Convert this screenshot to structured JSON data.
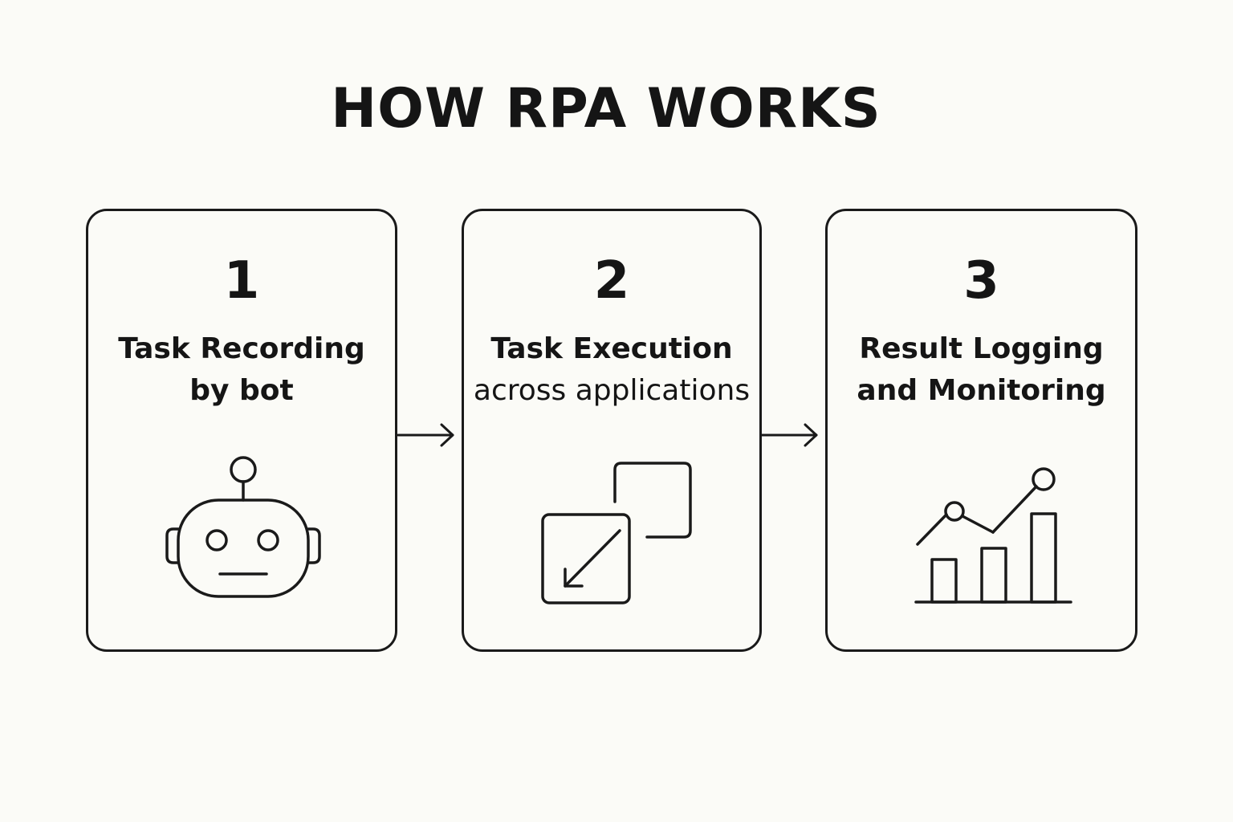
{
  "title": "HOW RPA WORKS",
  "steps": [
    {
      "number": "1",
      "line1": "Task Recording",
      "line2": "by bot",
      "icon": "robot-icon"
    },
    {
      "number": "2",
      "line1": "Task Execution",
      "line2": "across applications",
      "icon": "transfer-windows-icon"
    },
    {
      "number": "3",
      "line1": "Result Logging",
      "line2": "and Monitoring",
      "icon": "chart-growth-icon"
    }
  ],
  "colors": {
    "background": "#fbfbf7",
    "stroke": "#1a1a1a"
  }
}
